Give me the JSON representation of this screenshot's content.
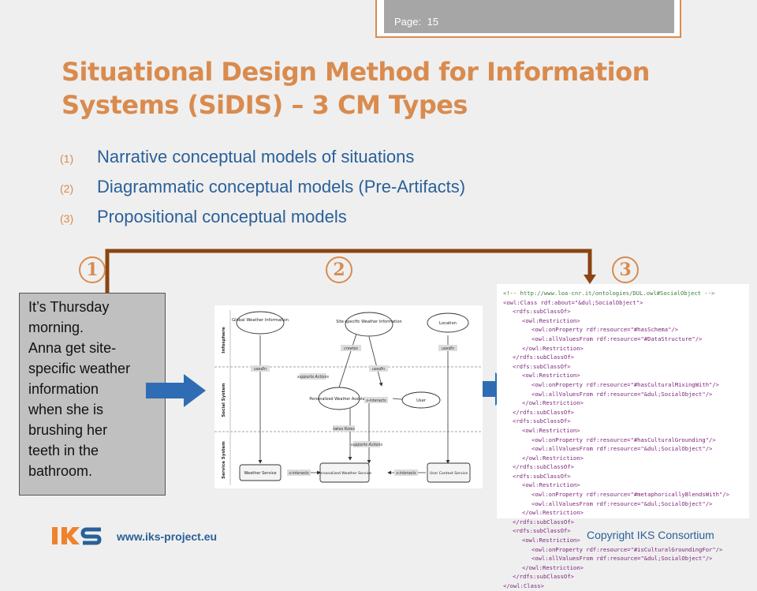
{
  "page": {
    "label": "Page:",
    "number": "15"
  },
  "title": "Situational Design Method for Information Systems (SiDIS) – 3 CM Types",
  "list": [
    {
      "num": "(1)",
      "text": "Narrative conceptual models of situations"
    },
    {
      "num": "(2)",
      "text": "Diagrammatic conceptual models (Pre-Artifacts)"
    },
    {
      "num": "(3)",
      "text": "Propositional conceptual models"
    }
  ],
  "markers": [
    "1",
    "2",
    "3"
  ],
  "narrative": "It’s Thursday\nmorning.\nAnna get site-\nspecific weather\ninformation\nwhen she is\nbrushing her\nteeth in the\nbathroom.",
  "diagram": {
    "lanes": [
      "Infosphere",
      "Social System",
      "Service System"
    ],
    "nodes": {
      "global_weather": "Global Weather Information",
      "site_weather": "Site-specific Weather Information",
      "location": "Location",
      "assistant": "Personalized Weather Assistant",
      "user": "User",
      "weather_service": "Weather Service",
      "personalized_service": "Personalized Weather Service",
      "user_context": "User Context Service"
    },
    "labels": {
      "usedIn": "usedIn",
      "creates": "creates",
      "supports_actions": "supports Actions",
      "interacts": "s-interacts",
      "takes_roles": "takes Roles"
    }
  },
  "code_lines": [
    {
      "t": "<!-- http://www.loa-cnr.it/ontologies/DUL.owl#SocialObject -->",
      "i": 0,
      "c": "comment"
    },
    {
      "t": "<owl:Class rdf:about=\"&dul;SocialObject\">",
      "i": 0
    },
    {
      "t": "<rdfs:subClassOf>",
      "i": 1
    },
    {
      "t": "<owl:Restriction>",
      "i": 2
    },
    {
      "t": "<owl:onProperty rdf:resource=\"#hasSchema\"/>",
      "i": 3
    },
    {
      "t": "<owl:allValuesFrom rdf:resource=\"#DataStructure\"/>",
      "i": 3
    },
    {
      "t": "</owl:Restriction>",
      "i": 2
    },
    {
      "t": "</rdfs:subClassOf>",
      "i": 1
    },
    {
      "t": "<rdfs:subClassOf>",
      "i": 1
    },
    {
      "t": "<owl:Restriction>",
      "i": 2
    },
    {
      "t": "<owl:onProperty rdf:resource=\"#hasCulturalMixingWith\"/>",
      "i": 3
    },
    {
      "t": "<owl:allValuesFrom rdf:resource=\"&dul;SocialObject\"/>",
      "i": 3
    },
    {
      "t": "</owl:Restriction>",
      "i": 2
    },
    {
      "t": "</rdfs:subClassOf>",
      "i": 1
    },
    {
      "t": "<rdfs:subClassOf>",
      "i": 1
    },
    {
      "t": "<owl:Restriction>",
      "i": 2
    },
    {
      "t": "<owl:onProperty rdf:resource=\"#hasCulturalGrounding\"/>",
      "i": 3
    },
    {
      "t": "<owl:allValuesFrom rdf:resource=\"&dul;SocialObject\"/>",
      "i": 3
    },
    {
      "t": "</owl:Restriction>",
      "i": 2
    },
    {
      "t": "</rdfs:subClassOf>",
      "i": 1
    },
    {
      "t": "<rdfs:subClassOf>",
      "i": 1
    },
    {
      "t": "<owl:Restriction>",
      "i": 2
    },
    {
      "t": "<owl:onProperty rdf:resource=\"#metaphoricallyBlendsWith\"/>",
      "i": 3
    },
    {
      "t": "<owl:allValuesFrom rdf:resource=\"&dul;SocialObject\"/>",
      "i": 3
    },
    {
      "t": "</owl:Restriction>",
      "i": 2
    },
    {
      "t": "</rdfs:subClassOf>",
      "i": 1
    },
    {
      "t": "<rdfs:subClassOf>",
      "i": 1
    },
    {
      "t": "<owl:Restriction>",
      "i": 2
    },
    {
      "t": "<owl:onProperty rdf:resource=\"#isCulturalGroundingFor\"/>",
      "i": 3
    },
    {
      "t": "<owl:allValuesFrom rdf:resource=\"&dul;SocialObject\"/>",
      "i": 3
    },
    {
      "t": "</owl:Restriction>",
      "i": 2
    },
    {
      "t": "</rdfs:subClassOf>",
      "i": 1
    },
    {
      "t": "</owl:Class>",
      "i": 0
    }
  ],
  "footer": {
    "logo": "IKS",
    "url": "www.iks-project.eu",
    "copyright": "Copyright IKS Consortium"
  },
  "colors": {
    "accent": "#d98b4e",
    "text_blue": "#2a6099",
    "connector_brown": "#8b4513",
    "arrow_blue": "#2e6db4",
    "logo_orange": "#f0822d",
    "logo_blue": "#2a6099",
    "code_purple": "#7a1f7a",
    "code_blue": "#2020c0",
    "code_green": "#3a7d3a"
  },
  "icons": {
    "flow_arrow": "right-arrow-icon",
    "connector": "elbow-connector-arrow-icon"
  }
}
